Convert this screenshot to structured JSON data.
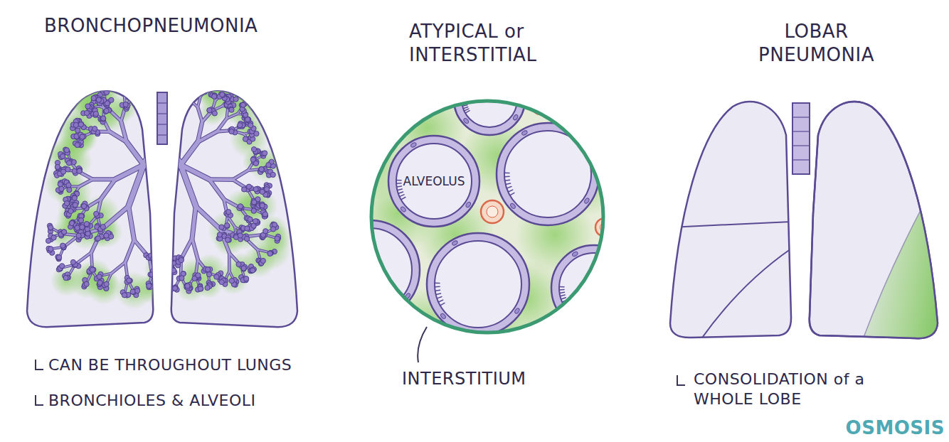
{
  "diagram": {
    "nodes": [
      {
        "text": [
          "ALVEOLUS"
        ]
      }
    ],
    "labels": [
      "BRONCHOPNEUMONIA",
      "CAN BE THROUGHOUT LUNGS",
      "BRONCHIOLES & ALVEOLI",
      "ATYPICAL or INTERSTITIAL",
      "INTERSTITIUM",
      "LOBAR PNEUMONIA",
      "CONSOLIDATION of a WHOLE LOBE",
      "OSMOSIS"
    ]
  }
}
